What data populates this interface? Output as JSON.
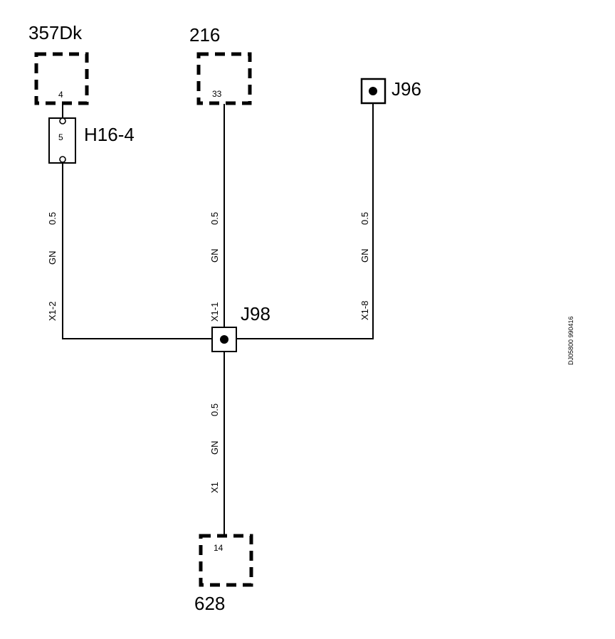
{
  "connectors": {
    "c357": {
      "name": "357Dk",
      "pin": "4"
    },
    "c216": {
      "name": "216",
      "pin": "33"
    },
    "c628": {
      "name": "628",
      "pin": "14"
    }
  },
  "fuse": {
    "name": "H16-4",
    "pin": "5"
  },
  "junctions": {
    "j96": {
      "name": "J96"
    },
    "j98": {
      "name": "J98"
    }
  },
  "wires": {
    "w1": {
      "size": "0.5",
      "color": "GN",
      "pin": "X1-2"
    },
    "w2": {
      "size": "0.5",
      "color": "GN",
      "pin": "X1-1"
    },
    "w3": {
      "size": "0.5",
      "color": "GN",
      "pin": "X1-8"
    },
    "w4": {
      "size": "0.5",
      "color": "GN",
      "pin": "X1"
    }
  },
  "reference": "DJ05800 990416"
}
